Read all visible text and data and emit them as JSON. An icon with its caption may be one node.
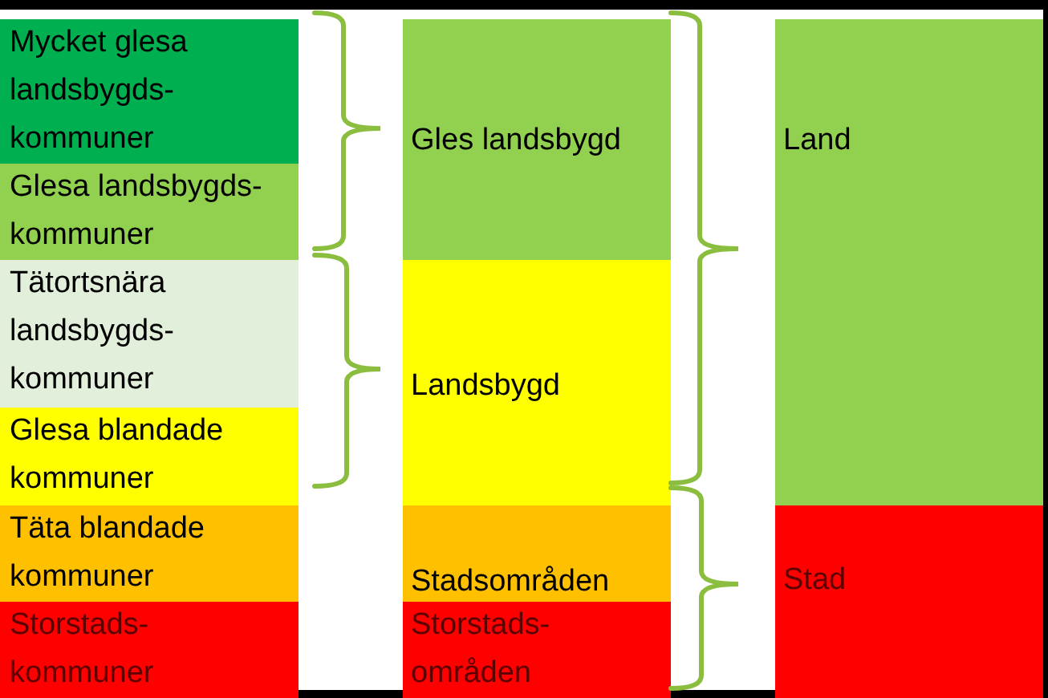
{
  "diagram": {
    "nodes": [
      {
        "text": [
          "Mycket glesa landsbygds- kommuner"
        ]
      },
      {
        "text": [
          "Glesa landsbygds- kommuner"
        ]
      },
      {
        "text": [
          "Tätortsnära landsbygds- kommuner"
        ]
      },
      {
        "text": [
          "Glesa blandade kommuner"
        ]
      },
      {
        "text": [
          "Täta blandade kommuner"
        ]
      },
      {
        "text": [
          "Storstads- kommuner"
        ]
      },
      {
        "text": [
          "Gles landsbygd"
        ]
      },
      {
        "text": [
          "Landsbygd"
        ]
      },
      {
        "text": [
          "Stadsområden"
        ]
      },
      {
        "text": [
          "Storstads- områden"
        ]
      },
      {
        "text": [
          "Land"
        ]
      },
      {
        "text": [
          "Stad"
        ]
      }
    ]
  }
}
